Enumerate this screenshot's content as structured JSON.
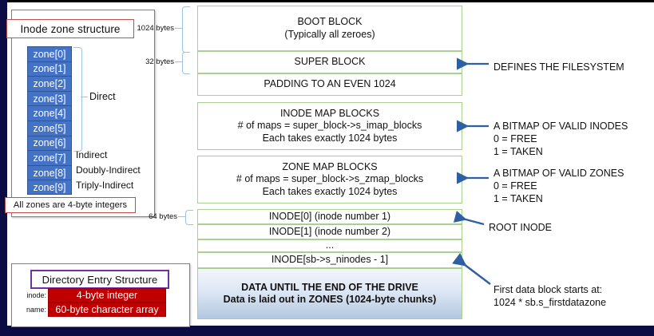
{
  "inode_panel": {
    "title": "Inode zone structure",
    "zones": [
      "zone[0]",
      "zone[1]",
      "zone[2]",
      "zone[3]",
      "zone[4]",
      "zone[5]",
      "zone[6]",
      "zone[7]",
      "zone[8]",
      "zone[9]"
    ],
    "direct_label": "Direct",
    "indirect_label": "Indirect",
    "doubly_label": "Doubly-Indirect",
    "triply_label": "Triply-Indirect",
    "footnote": "All zones are 4-byte integers",
    "zone_fill": "#4472C4",
    "title_border": "#C0504D"
  },
  "dir_panel": {
    "title": "Directory Entry Structure",
    "title_border": "#7030A0",
    "rows": [
      {
        "label": "inode:",
        "value": "4-byte integer"
      },
      {
        "label": "name:",
        "value": "60-byte character array"
      }
    ],
    "row_fill": "#C00000"
  },
  "measures": {
    "boot": "1024  bytes",
    "super": "32 bytes",
    "inode": "64 bytes"
  },
  "blocks": {
    "boot": {
      "line1": "BOOT BLOCK",
      "line2": "(Typically all zeroes)"
    },
    "super": {
      "line1": "SUPER BLOCK"
    },
    "padding": {
      "line1": "PADDING TO AN EVEN 1024"
    },
    "imap": {
      "line1": "INODE MAP BLOCKS",
      "line2": "# of maps = super_block->s_imap_blocks",
      "line3": "Each takes exactly 1024 bytes"
    },
    "zmap": {
      "line1": "ZONE MAP BLOCKS",
      "line2": "# of maps = super_block->s_zmap_blocks",
      "line3": "Each takes exactly 1024 bytes"
    },
    "inode0": {
      "line1": "INODE[0] (inode number 1)"
    },
    "inode1": {
      "line1": "INODE[1] (inode number 2)"
    },
    "inode_dots": {
      "line1": "..."
    },
    "inode_n": {
      "line1": "INODE[sb->s_ninodes - 1]"
    },
    "data": {
      "line1": "DATA UNTIL THE END OF THE DRIVE",
      "line2": "Data is laid out in ZONES (1024-byte chunks)"
    },
    "border_color": "#A9D18E"
  },
  "annotations": {
    "super": "DEFINES THE FILESYSTEM",
    "imap": "A BITMAP OF VALID INODES\n0 = FREE\n1 = TAKEN",
    "zmap": "A BITMAP OF VALID ZONES\n0 = FREE\n1 = TAKEN",
    "root": "ROOT INODE",
    "data": "First data block starts at:\n1024 * sb.s_firstdatazone",
    "arrow_color": "#2E5FA3"
  }
}
